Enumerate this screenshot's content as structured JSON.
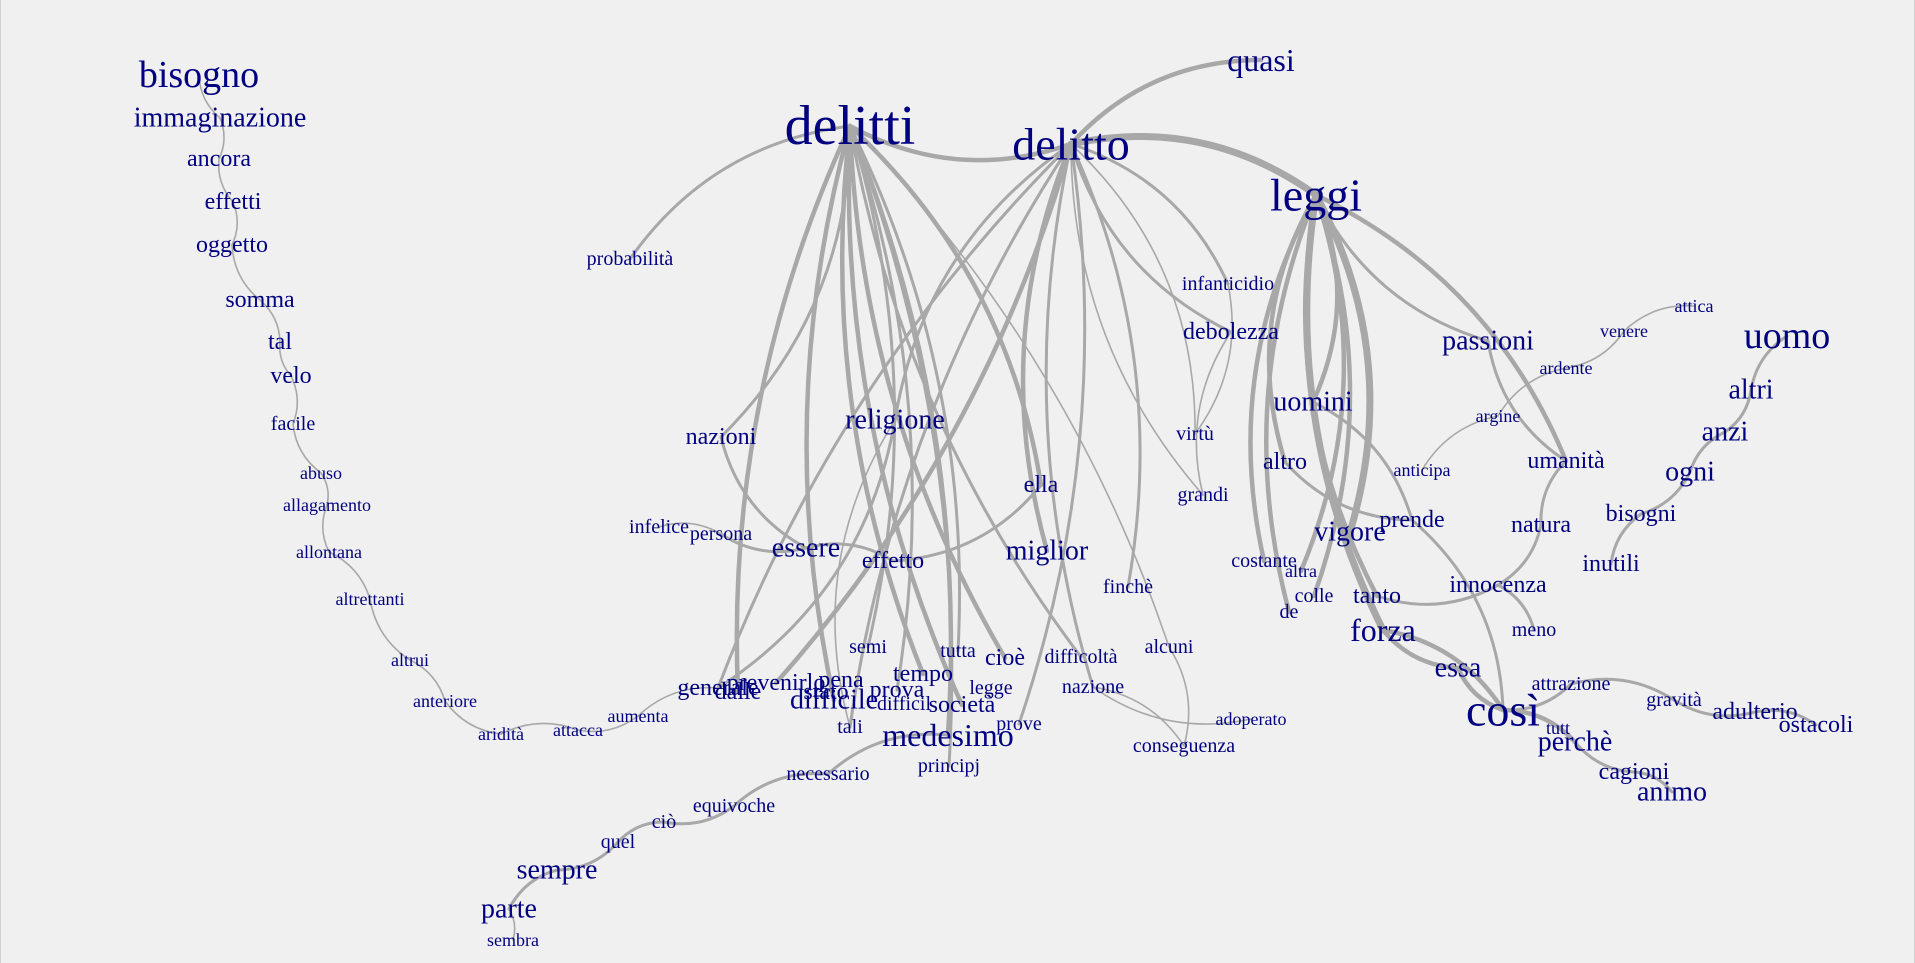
{
  "graph": {
    "type": "word-network",
    "node_color": "#000080",
    "edge_color": "#a8a8a8",
    "background": "#f0f0f0",
    "nodes": [
      {
        "id": "bisogno",
        "label": "bisogno",
        "weight": 5
      },
      {
        "id": "immaginazione",
        "label": "immaginazione",
        "weight": 3
      },
      {
        "id": "ancora",
        "label": "ancora",
        "weight": 2
      },
      {
        "id": "effetti",
        "label": "effetti",
        "weight": 2
      },
      {
        "id": "oggetto",
        "label": "oggetto",
        "weight": 2
      },
      {
        "id": "somma",
        "label": "somma",
        "weight": 2
      },
      {
        "id": "tal",
        "label": "tal",
        "weight": 2
      },
      {
        "id": "velo",
        "label": "velo",
        "weight": 2
      },
      {
        "id": "facile",
        "label": "facile",
        "weight": 1
      },
      {
        "id": "abuso",
        "label": "abuso",
        "weight": 0
      },
      {
        "id": "allagamento",
        "label": "allagamento",
        "weight": 0
      },
      {
        "id": "allontana",
        "label": "allontana",
        "weight": 0
      },
      {
        "id": "altrettanti",
        "label": "altrettanti",
        "weight": 0
      },
      {
        "id": "altrui",
        "label": "altrui",
        "weight": 0
      },
      {
        "id": "anteriore",
        "label": "anteriore",
        "weight": 0
      },
      {
        "id": "aridita",
        "label": "aridità",
        "weight": 0
      },
      {
        "id": "attacca",
        "label": "attacca",
        "weight": 0
      },
      {
        "id": "aumenta",
        "label": "aumenta",
        "weight": 0
      },
      {
        "id": "delitti",
        "label": "delitti",
        "weight": 7
      },
      {
        "id": "delitto",
        "label": "delitto",
        "weight": 6
      },
      {
        "id": "quasi",
        "label": "quasi",
        "weight": 4
      },
      {
        "id": "leggi",
        "label": "leggi",
        "weight": 6
      },
      {
        "id": "probabilita",
        "label": "probabilità",
        "weight": 1
      },
      {
        "id": "infanticidio",
        "label": "infanticidio",
        "weight": 1
      },
      {
        "id": "debolezza",
        "label": "debolezza",
        "weight": 2
      },
      {
        "id": "virtu",
        "label": "virtù",
        "weight": 1
      },
      {
        "id": "grandi",
        "label": "grandi",
        "weight": 1
      },
      {
        "id": "nazioni",
        "label": "nazioni",
        "weight": 2
      },
      {
        "id": "religione",
        "label": "religione",
        "weight": 3
      },
      {
        "id": "ella",
        "label": "ella",
        "weight": 2
      },
      {
        "id": "infelice",
        "label": "infelice",
        "weight": 1
      },
      {
        "id": "persona",
        "label": "persona",
        "weight": 1
      },
      {
        "id": "essere",
        "label": "essere",
        "weight": 3
      },
      {
        "id": "effetto",
        "label": "effetto",
        "weight": 2
      },
      {
        "id": "miglior",
        "label": "miglior",
        "weight": 3
      },
      {
        "id": "finche",
        "label": "finchè",
        "weight": 1
      },
      {
        "id": "semi",
        "label": "semi",
        "weight": 1
      },
      {
        "id": "tutta",
        "label": "tutta",
        "weight": 1
      },
      {
        "id": "cioe",
        "label": "cioè",
        "weight": 2
      },
      {
        "id": "difficolta",
        "label": "difficoltà",
        "weight": 1
      },
      {
        "id": "alcuni",
        "label": "alcuni",
        "weight": 1
      },
      {
        "id": "generale",
        "label": "generale",
        "weight": 2
      },
      {
        "id": "prevenirlo",
        "label": "prevenirlo",
        "weight": 2
      },
      {
        "id": "pena",
        "label": "pena",
        "weight": 2
      },
      {
        "id": "tempo",
        "label": "tempo",
        "weight": 2
      },
      {
        "id": "dalle",
        "label": "dalle",
        "weight": 2
      },
      {
        "id": "stato",
        "label": "stato",
        "weight": 2
      },
      {
        "id": "prova",
        "label": "prova",
        "weight": 2
      },
      {
        "id": "legge",
        "label": "legge",
        "weight": 1
      },
      {
        "id": "difficile",
        "label": "difficile",
        "weight": 3
      },
      {
        "id": "difficil",
        "label": "difficil",
        "weight": 1
      },
      {
        "id": "societa",
        "label": "società",
        "weight": 2
      },
      {
        "id": "nazione",
        "label": "nazione",
        "weight": 1
      },
      {
        "id": "tali",
        "label": "tali",
        "weight": 1
      },
      {
        "id": "prove",
        "label": "prove",
        "weight": 1
      },
      {
        "id": "medesimo",
        "label": "medesimo",
        "weight": 4
      },
      {
        "id": "adoperato",
        "label": "adoperato",
        "weight": 0
      },
      {
        "id": "principj",
        "label": "principj",
        "weight": 1
      },
      {
        "id": "conseguenza",
        "label": "conseguenza",
        "weight": 1
      },
      {
        "id": "necessario",
        "label": "necessario",
        "weight": 1
      },
      {
        "id": "equivoche",
        "label": "equivoche",
        "weight": 1
      },
      {
        "id": "cio",
        "label": "ciò",
        "weight": 1
      },
      {
        "id": "quel",
        "label": "quel",
        "weight": 1
      },
      {
        "id": "sempre",
        "label": "sempre",
        "weight": 3
      },
      {
        "id": "parte",
        "label": "parte",
        "weight": 3
      },
      {
        "id": "sembra",
        "label": "sembra",
        "weight": 0
      },
      {
        "id": "passioni",
        "label": "passioni",
        "weight": 3
      },
      {
        "id": "attica",
        "label": "attica",
        "weight": 0
      },
      {
        "id": "venere",
        "label": "venere",
        "weight": 0
      },
      {
        "id": "uomo",
        "label": "uomo",
        "weight": 5
      },
      {
        "id": "ardente",
        "label": "ardente",
        "weight": 0
      },
      {
        "id": "uomini",
        "label": "uomini",
        "weight": 3
      },
      {
        "id": "altri",
        "label": "altri",
        "weight": 3
      },
      {
        "id": "argine",
        "label": "argine",
        "weight": 0
      },
      {
        "id": "anzi",
        "label": "anzi",
        "weight": 3
      },
      {
        "id": "altro",
        "label": "altro",
        "weight": 2
      },
      {
        "id": "anticipa",
        "label": "anticipa",
        "weight": 0
      },
      {
        "id": "umanita",
        "label": "umanità",
        "weight": 2
      },
      {
        "id": "ogni",
        "label": "ogni",
        "weight": 3
      },
      {
        "id": "bisogni",
        "label": "bisogni",
        "weight": 2
      },
      {
        "id": "vigore",
        "label": "vigore",
        "weight": 3
      },
      {
        "id": "prende",
        "label": "prende",
        "weight": 2
      },
      {
        "id": "natura",
        "label": "natura",
        "weight": 2
      },
      {
        "id": "costante",
        "label": "costante",
        "weight": 1
      },
      {
        "id": "altra",
        "label": "altra",
        "weight": 0
      },
      {
        "id": "inutili",
        "label": "inutili",
        "weight": 2
      },
      {
        "id": "colle",
        "label": "colle",
        "weight": 1
      },
      {
        "id": "tanto",
        "label": "tanto",
        "weight": 2
      },
      {
        "id": "innocenza",
        "label": "innocenza",
        "weight": 2
      },
      {
        "id": "de",
        "label": "de",
        "weight": 1
      },
      {
        "id": "forza",
        "label": "forza",
        "weight": 4
      },
      {
        "id": "meno",
        "label": "meno",
        "weight": 1
      },
      {
        "id": "essa",
        "label": "essa",
        "weight": 3
      },
      {
        "id": "attrazione",
        "label": "attrazione",
        "weight": 1
      },
      {
        "id": "gravita",
        "label": "gravità",
        "weight": 1
      },
      {
        "id": "cosi",
        "label": "così",
        "weight": 6
      },
      {
        "id": "adulterio",
        "label": "adulterio",
        "weight": 2
      },
      {
        "id": "ostacoli",
        "label": "ostacoli",
        "weight": 2
      },
      {
        "id": "tutt",
        "label": "tutt",
        "weight": 0
      },
      {
        "id": "perche",
        "label": "perchè",
        "weight": 3
      },
      {
        "id": "cagioni",
        "label": "cagioni",
        "weight": 2
      },
      {
        "id": "animo",
        "label": "animo",
        "weight": 3
      }
    ],
    "edges": [
      [
        "bisogno",
        "immaginazione",
        1
      ],
      [
        "immaginazione",
        "ancora",
        1
      ],
      [
        "ancora",
        "effetti",
        1
      ],
      [
        "effetti",
        "oggetto",
        1
      ],
      [
        "oggetto",
        "somma",
        1
      ],
      [
        "somma",
        "tal",
        1
      ],
      [
        "tal",
        "velo",
        1
      ],
      [
        "velo",
        "facile",
        1
      ],
      [
        "facile",
        "abuso",
        1
      ],
      [
        "abuso",
        "allagamento",
        1
      ],
      [
        "allagamento",
        "allontana",
        1
      ],
      [
        "allontana",
        "altrettanti",
        1
      ],
      [
        "altrettanti",
        "altrui",
        1
      ],
      [
        "altrui",
        "anteriore",
        1
      ],
      [
        "anteriore",
        "aridita",
        1
      ],
      [
        "aridita",
        "attacca",
        1
      ],
      [
        "attacca",
        "aumenta",
        1
      ],
      [
        "aumenta",
        "generale",
        1
      ],
      [
        "delitti",
        "delitto",
        3
      ],
      [
        "delitto",
        "quasi",
        3
      ],
      [
        "delitti",
        "probabilita",
        2
      ],
      [
        "delitti",
        "nazioni",
        2
      ],
      [
        "nazioni",
        "essere",
        2
      ],
      [
        "delitti",
        "semi",
        2
      ],
      [
        "delitti",
        "tempo",
        3
      ],
      [
        "delitti",
        "tutta",
        2
      ],
      [
        "delitti",
        "cioe",
        3
      ],
      [
        "delitti",
        "medesimo",
        3
      ],
      [
        "delitti",
        "difficolta",
        2
      ],
      [
        "delitti",
        "alcuni",
        1
      ],
      [
        "delitti",
        "societa",
        3
      ],
      [
        "delitti",
        "prova",
        2
      ],
      [
        "delitti",
        "difficile",
        3
      ],
      [
        "delitti",
        "principj",
        2
      ],
      [
        "delitti",
        "dalle",
        3
      ],
      [
        "delitti",
        "ella",
        3
      ],
      [
        "delitto",
        "religione",
        2
      ],
      [
        "delitto",
        "infanticidio",
        2
      ],
      [
        "delitto",
        "debolezza",
        2
      ],
      [
        "delitto",
        "virtu",
        1
      ],
      [
        "delitto",
        "grandi",
        1
      ],
      [
        "delitto",
        "leggi",
        4
      ],
      [
        "delitto",
        "miglior",
        3
      ],
      [
        "delitto",
        "finche",
        2
      ],
      [
        "delitto",
        "nazione",
        2
      ],
      [
        "delitto",
        "prevenirlo",
        3
      ],
      [
        "delitto",
        "generale",
        2
      ],
      [
        "delitto",
        "prove",
        2
      ],
      [
        "delitto",
        "tali",
        2
      ],
      [
        "leggi",
        "uomini",
        3
      ],
      [
        "leggi",
        "altro",
        3
      ],
      [
        "leggi",
        "vigore",
        4
      ],
      [
        "leggi",
        "costante",
        3
      ],
      [
        "leggi",
        "colle",
        3
      ],
      [
        "leggi",
        "de",
        3
      ],
      [
        "leggi",
        "altra",
        3
      ],
      [
        "leggi",
        "forza",
        4
      ],
      [
        "leggi",
        "umanita",
        3
      ],
      [
        "leggi",
        "tanto",
        3
      ],
      [
        "uomini",
        "prende",
        2
      ],
      [
        "altro",
        "prende",
        2
      ],
      [
        "prende",
        "cosi",
        2
      ],
      [
        "forza",
        "essa",
        3
      ],
      [
        "forza",
        "cosi",
        3
      ],
      [
        "essa",
        "cosi",
        3
      ],
      [
        "cosi",
        "perche",
        3
      ],
      [
        "perche",
        "cagioni",
        2
      ],
      [
        "cagioni",
        "animo",
        2
      ],
      [
        "cosi",
        "attrazione",
        2
      ],
      [
        "attrazione",
        "gravita",
        2
      ],
      [
        "gravita",
        "adulterio",
        2
      ],
      [
        "adulterio",
        "ostacoli",
        2
      ],
      [
        "tanto",
        "innocenza",
        2
      ],
      [
        "innocenza",
        "meno",
        2
      ],
      [
        "innocenza",
        "natura",
        2
      ],
      [
        "natura",
        "umanita",
        2
      ],
      [
        "passioni",
        "umanita",
        2
      ],
      [
        "passioni",
        "leggi",
        2
      ],
      [
        "argine",
        "anticipa",
        1
      ],
      [
        "argine",
        "ardente",
        1
      ],
      [
        "ardente",
        "venere",
        1
      ],
      [
        "venere",
        "attica",
        1
      ],
      [
        "uomo",
        "altri",
        2
      ],
      [
        "altri",
        "anzi",
        2
      ],
      [
        "anzi",
        "ogni",
        2
      ],
      [
        "ogni",
        "bisogni",
        2
      ],
      [
        "bisogni",
        "inutili",
        2
      ],
      [
        "infelice",
        "persona",
        1
      ],
      [
        "persona",
        "essere",
        2
      ],
      [
        "essere",
        "effetto",
        2
      ],
      [
        "effetto",
        "ella",
        2
      ],
      [
        "religione",
        "generale",
        2
      ],
      [
        "religione",
        "tali",
        1
      ],
      [
        "infanticidio",
        "virtu",
        1
      ],
      [
        "debolezza",
        "grandi",
        1
      ],
      [
        "necessario",
        "medesimo",
        2
      ],
      [
        "necessario",
        "equivoche",
        2
      ],
      [
        "equivoche",
        "cio",
        2
      ],
      [
        "cio",
        "quel",
        2
      ],
      [
        "quel",
        "sempre",
        2
      ],
      [
        "sempre",
        "parte",
        2
      ],
      [
        "parte",
        "sembra",
        1
      ],
      [
        "nazione",
        "adoperato",
        1
      ],
      [
        "nazione",
        "conseguenza",
        1
      ],
      [
        "conseguenza",
        "alcuni",
        1
      ]
    ]
  }
}
